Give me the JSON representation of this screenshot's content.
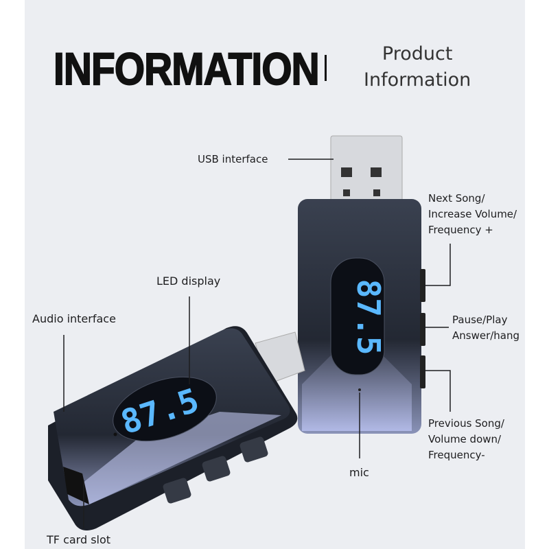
{
  "header": {
    "title": "INFORMATION",
    "subtitle_line1": "Product",
    "subtitle_line2": "Information"
  },
  "labels": {
    "usb": "USB interface",
    "next_1": "Next Song/",
    "next_2": "Increase Volume/",
    "next_3": "Frequency +",
    "led": "LED display",
    "audio": "Audio interface",
    "pause_1": "Pause/Play",
    "pause_2": "Answer/hang",
    "prev_1": "Previous Song/",
    "prev_2": "Volume down/",
    "prev_3": "Frequency-",
    "mic": "mic",
    "tf": "TF card slot"
  },
  "displays": {
    "front": "87.5",
    "back": "87.5"
  },
  "colors": {
    "display": "#5ab8ff",
    "body": "#2a2f3a",
    "background": "#eceef2"
  }
}
